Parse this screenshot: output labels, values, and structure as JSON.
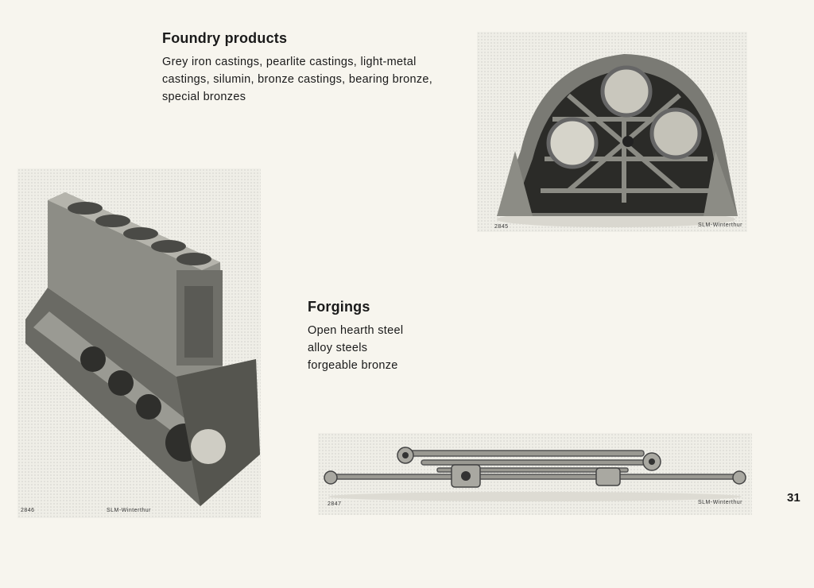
{
  "foundry": {
    "heading": "Foundry products",
    "lines": [
      "Grey iron castings, pearlite castings, light-metal",
      "castings, silumin, bronze castings, bearing bronze,",
      "special bronzes"
    ]
  },
  "forgings": {
    "heading": "Forgings",
    "lines": [
      "Open hearth steel",
      "alloy steels",
      "forgeable bronze"
    ]
  },
  "photos": {
    "frame": {
      "number": "2845",
      "credit": "SLM-Winterthur"
    },
    "block": {
      "number": "2846",
      "credit": "SLM-Winterthur"
    },
    "rods": {
      "number": "2847",
      "credit": "SLM-Winterthur"
    }
  },
  "page_number": "31"
}
